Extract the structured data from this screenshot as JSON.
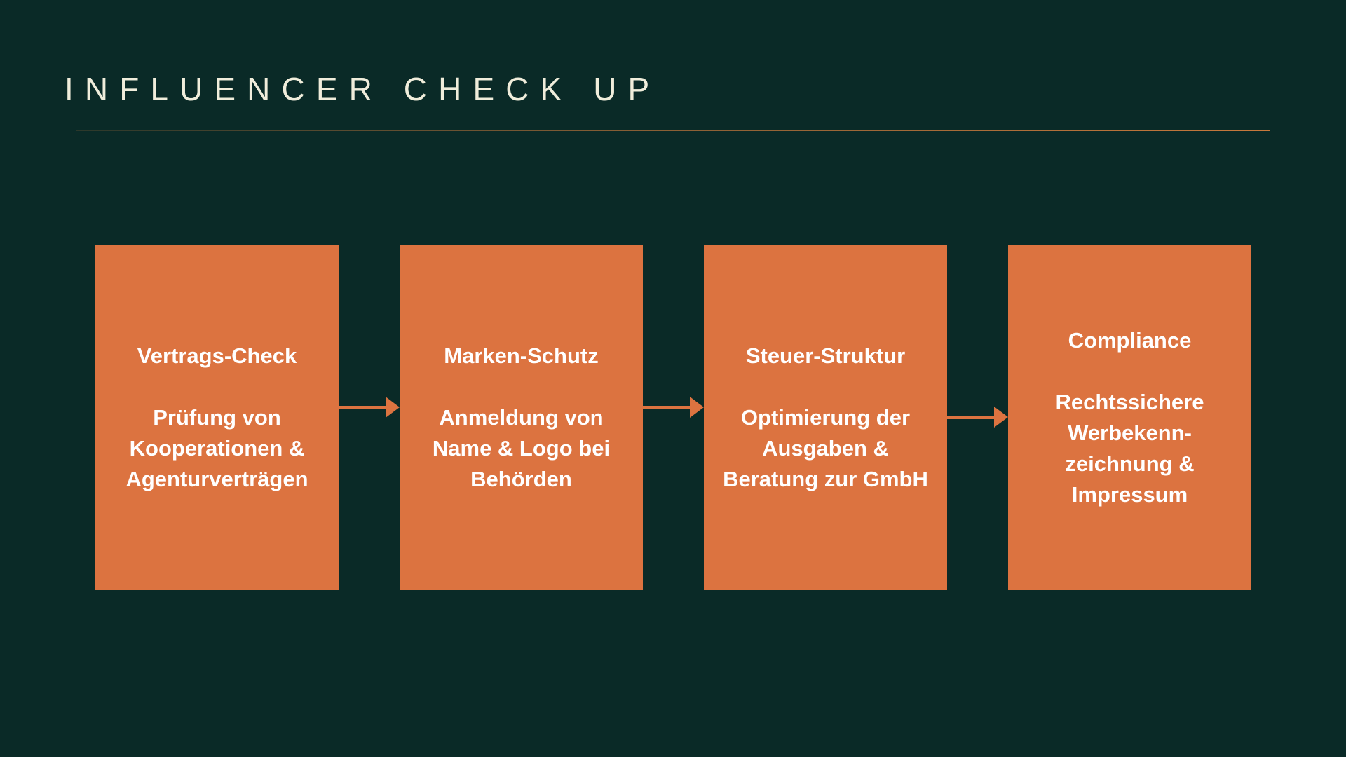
{
  "title": "INFLUENCER CHECK UP",
  "colors": {
    "background": "#0a2a27",
    "card": "#dc7340",
    "card_text": "#ffffff",
    "title_text": "#f0eddb",
    "divider": "#c8793c"
  },
  "steps": [
    {
      "heading": "Vertrags-Check",
      "body": [
        "Prüfung von",
        "Kooperationen &",
        "Agenturverträgen"
      ]
    },
    {
      "heading": "Marken-Schutz",
      "body": [
        "Anmeldung von",
        "Name & Logo bei",
        "Behörden"
      ]
    },
    {
      "heading": "Steuer-Struktur",
      "body": [
        "Optimierung der",
        "Ausgaben &",
        "Beratung zur GmbH"
      ]
    },
    {
      "heading": "Compliance",
      "body": [
        "Rechtssichere",
        "Werbekenn-",
        "zeichnung &",
        "Impressum"
      ]
    }
  ]
}
